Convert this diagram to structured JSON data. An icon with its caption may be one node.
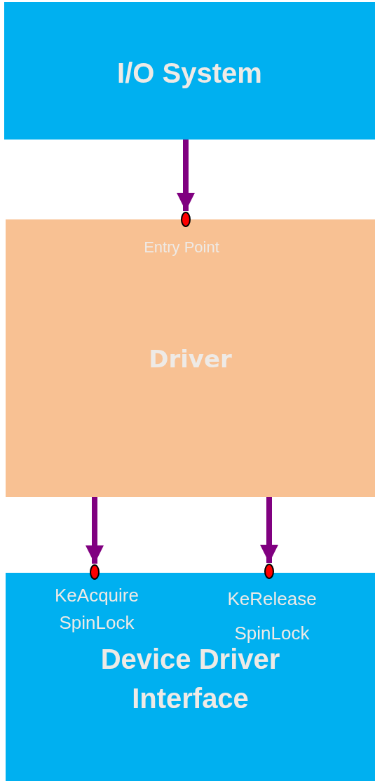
{
  "diagram": {
    "nodes": [
      {
        "text": [
          "I/O System"
        ]
      },
      {
        "text": [
          "Driver"
        ]
      },
      {
        "text": [],
        "shape": "circle"
      },
      {
        "text": [
          "Device Driver Interface"
        ]
      },
      {
        "text": [],
        "shape": "circle"
      },
      {
        "text": [],
        "shape": "circle"
      }
    ],
    "edges": [
      {
        "from": 0,
        "to": 2,
        "arrow": "to"
      },
      {
        "from": 1,
        "to": 4,
        "arrow": "to"
      },
      {
        "from": 1,
        "to": 5,
        "arrow": "to"
      }
    ],
    "labels": [
      "Entry Point",
      "KeAcquire SpinLock",
      "KeRelease SpinLock"
    ]
  }
}
